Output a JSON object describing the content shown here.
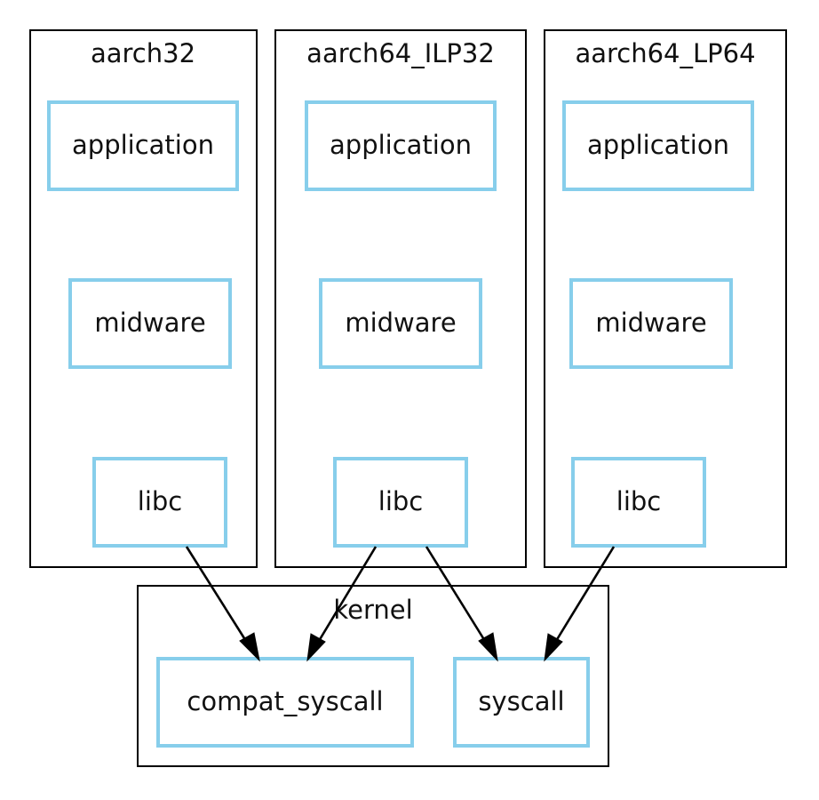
{
  "colors": {
    "cluster_border": "#000000",
    "node_border": "#87ceeb",
    "edge": "#000000",
    "background": "#ffffff"
  },
  "clusters": {
    "aarch32": {
      "title": "aarch32",
      "application": "application",
      "midware": "midware",
      "libc": "libc"
    },
    "ilp32": {
      "title": "aarch64_ILP32",
      "application": "application",
      "midware": "midware",
      "libc": "libc"
    },
    "lp64": {
      "title": "aarch64_LP64",
      "application": "application",
      "midware": "midware",
      "libc": "libc"
    },
    "kernel": {
      "title": "kernel",
      "compat_syscall": "compat_syscall",
      "syscall": "syscall"
    }
  },
  "edges": [
    {
      "from": "aarch32.libc",
      "to": "kernel.compat_syscall"
    },
    {
      "from": "aarch64_ILP32.libc",
      "to": "kernel.compat_syscall"
    },
    {
      "from": "aarch64_ILP32.libc",
      "to": "kernel.syscall"
    },
    {
      "from": "aarch64_LP64.libc",
      "to": "kernel.syscall"
    }
  ]
}
